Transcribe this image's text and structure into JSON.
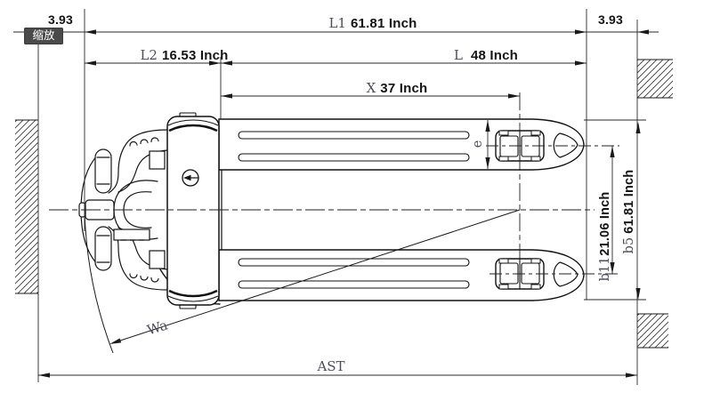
{
  "badge": {
    "label": "缩放"
  },
  "dims": {
    "gap_left": {
      "value": "3.93"
    },
    "gap_right": {
      "value": "3.93"
    },
    "l1": {
      "label": "L1",
      "value": "61.81 Inch"
    },
    "l2": {
      "label": "L2",
      "value": "16.53 Inch"
    },
    "l": {
      "label": "L",
      "value": "48 Inch"
    },
    "x": {
      "label": "X",
      "value": "37 Inch"
    },
    "e": {
      "label": "e"
    },
    "b11": {
      "label": "b11",
      "value": "21.06 Inch"
    },
    "b5": {
      "label": "b5",
      "value": "61.81 Inch"
    },
    "wa": {
      "label": "Wa"
    },
    "ast": {
      "label": "AST"
    }
  },
  "colors": {
    "line": "#1a1a1a",
    "dimension_line": "#2a2a2a",
    "label_text": "#4d4d5e",
    "value_text": "#141414",
    "badge_background": "#4a4a4a",
    "badge_text": "#ffffff",
    "background": "#ffffff"
  },
  "drawing_description": "Top view of a pallet truck between two hatched walls with dimension lines"
}
